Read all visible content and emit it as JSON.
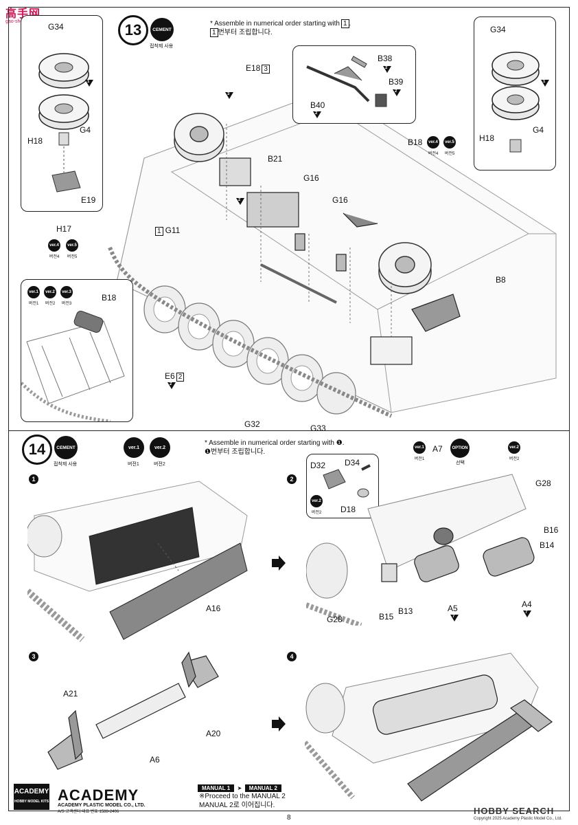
{
  "watermark": {
    "top": "高手网",
    "sub": "gao-shou.com"
  },
  "step13": {
    "number": "13",
    "cement_label": "CEMENT",
    "cement_caption": "접착제 사용",
    "note_en": "* Assemble in numerical order starting with",
    "note_num": "1",
    "note_ko": "번부터 조립합니다."
  },
  "step14": {
    "number": "14",
    "cement_label": "CEMENT",
    "cement_caption": "접착제 사용",
    "ver1": "ver.1",
    "ver1_caption": "버전1",
    "ver2": "ver.2",
    "ver2_caption": "버전2",
    "note_en": "* Assemble in numerical order starting with",
    "note_num": "❶",
    "note_ko": "번부터 조립합니다.",
    "sub1": "1",
    "sub2": "2",
    "sub3": "3",
    "sub4": "4",
    "option": "OPTION",
    "option_caption": "선택",
    "ver2_caption_small": "버전2"
  },
  "parts13": {
    "g34_left": "G34",
    "h18_left": "H18",
    "g4_left": "G4",
    "e19": "E19",
    "e18": "E18",
    "e18_num": "3",
    "b21": "B21",
    "g16a": "G16",
    "g16b": "G16",
    "b38": "B38",
    "b39": "B39",
    "b40": "B40",
    "g34_right": "G34",
    "h18_right": "H18",
    "g4_right": "G4",
    "b18": "B18",
    "b18_inset": "B18",
    "b8": "B8",
    "h17": "H17",
    "g11": "G11",
    "g11_num": "1",
    "e6": "E6",
    "e6_num": "2",
    "g32": "G32",
    "g33": "G33",
    "ver4": "ver.4",
    "ver4_caption": "버전4",
    "ver5": "ver.5",
    "ver5_caption": "버전5",
    "ver1": "ver.1",
    "ver1_caption": "버전1",
    "ver2": "ver.2",
    "ver2_caption": "버전2",
    "ver3": "ver.3",
    "ver3_caption": "버전3",
    "seq1": "1",
    "seq2": "2",
    "seq3": "3"
  },
  "parts14": {
    "a16": "A16",
    "a7": "A7",
    "d32": "D32",
    "d34": "D34",
    "d18": "D18",
    "g28a": "G28",
    "g28b": "G28",
    "b16": "B16",
    "b14": "B14",
    "a5": "A5",
    "a4": "A4",
    "b15": "B15",
    "b13": "B13",
    "a21": "A21",
    "a6": "A6",
    "a20": "A20",
    "seq7": "7"
  },
  "footer": {
    "academy_badge": "ACADEMY",
    "academy_badge_sub": "HOBBY MODEL KITS",
    "brand": "ACADEMY",
    "brand_sub": "ACADEMY PLASTIC MODEL CO., LTD.",
    "brand_sub2": "A/S 고객센터 대표 번호 1588-2406",
    "manual1": "MANUAL 1",
    "manual2": "MANUAL 2",
    "proceed_en": "※Proceed to the MANUAL 2",
    "proceed_ko": "MANUAL 2로 이어집니다.",
    "page": "8",
    "hobby_search": "HOBBY SEARCH",
    "copyright": "Copyright 2025 Academy Plastic Model Co., Ltd."
  },
  "colors": {
    "ink": "#111111",
    "paper": "#ffffff",
    "grey": "#9a9a9a",
    "watermark": "#d4145a"
  }
}
